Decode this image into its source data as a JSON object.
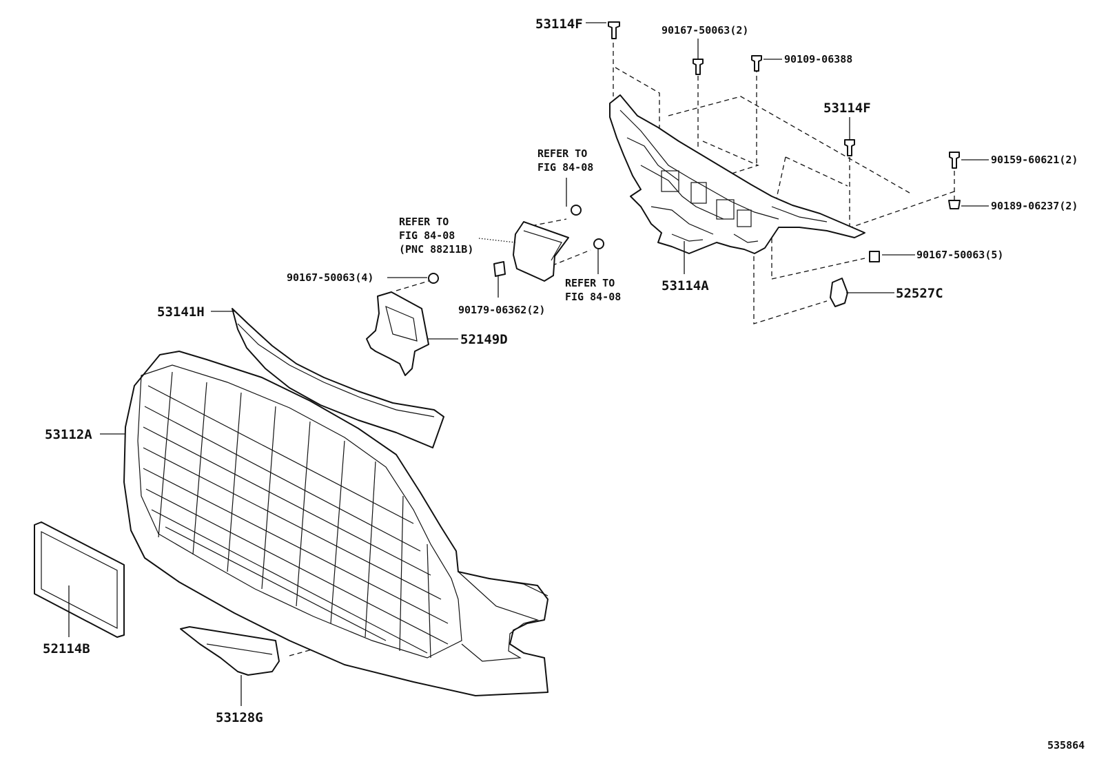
{
  "diagram": {
    "drawing_number": "535864",
    "parts": [
      {
        "id": "p1",
        "label": "53114F"
      },
      {
        "id": "p2",
        "label": "90167-50063(2)"
      },
      {
        "id": "p3",
        "label": "90109-06388"
      },
      {
        "id": "p4",
        "label": "53114F"
      },
      {
        "id": "p5",
        "label": "90159-60621(2)"
      },
      {
        "id": "p6",
        "label": "90189-06237(2)"
      },
      {
        "id": "p7",
        "label": "90167-50063(5)"
      },
      {
        "id": "p8",
        "label": "52527C"
      },
      {
        "id": "p9",
        "label": "53114A"
      },
      {
        "id": "p10",
        "label": "90167-50063(4)"
      },
      {
        "id": "p11",
        "label": "53141H"
      },
      {
        "id": "p12",
        "label": "52149D"
      },
      {
        "id": "p13",
        "label": "90179-06362(2)"
      },
      {
        "id": "p14",
        "label": "53112A"
      },
      {
        "id": "p15",
        "label": "52114B"
      },
      {
        "id": "p16",
        "label": "53128G"
      }
    ],
    "references": [
      {
        "id": "r1",
        "lines": [
          "REFER TO",
          "FIG 84-08"
        ]
      },
      {
        "id": "r2",
        "lines": [
          "REFER TO",
          "FIG 84-08",
          "(PNC 88211B)"
        ]
      },
      {
        "id": "r3",
        "lines": [
          "REFER TO",
          "FIG 84-08"
        ]
      }
    ]
  }
}
